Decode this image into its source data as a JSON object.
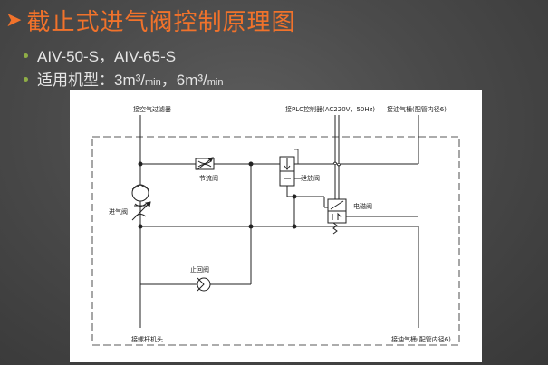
{
  "slide": {
    "title": "截止式进气阀控制原理图",
    "bullets": [
      {
        "text": "AIV-50-S，AIV-65-S"
      },
      {
        "prefix": "适用机型：3m³/",
        "sub1": "min",
        "mid": "，6m³/",
        "sub2": "min"
      }
    ]
  },
  "diagram": {
    "labels": {
      "air_filter": "接空气过滤器",
      "plc": "接PLC控制器(AC220V，50Hz)",
      "oil_tank_top": "接油气桶(配管内径6)",
      "throttle_valve": "节流阀",
      "unload_valve": "泄放阀",
      "intake_valve": "进气阀",
      "solenoid_valve": "电磁阀",
      "check_valve": "止回阀",
      "screw_head": "接螺杆机头",
      "oil_tank_bottom": "接油气桶(配管内径6)"
    }
  },
  "colors": {
    "title": "#f1722b",
    "bullet": "#8fae46",
    "text": "#e6e6e6"
  }
}
